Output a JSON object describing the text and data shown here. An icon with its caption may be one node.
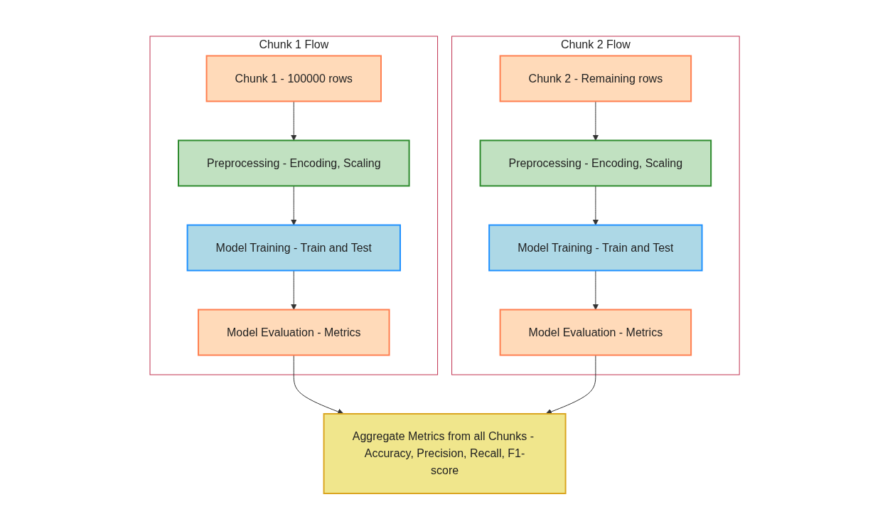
{
  "diagram": {
    "nodes": [
      {
        "text": [
          "Chunk 1 Flow"
        ]
      },
      {
        "text": [
          "Chunk 1 - 100000 rows"
        ],
        "in": 0
      },
      {
        "text": [
          "Preprocessing - Encoding, Scaling"
        ],
        "in": 0
      },
      {
        "text": [
          "Model Training - Train and Test"
        ],
        "in": 0
      },
      {
        "text": [
          "Model Evaluation - Metrics"
        ],
        "in": 0
      },
      {
        "text": [
          "Chunk 2 Flow"
        ]
      },
      {
        "text": [
          "Chunk 2 - Remaining rows"
        ],
        "in": 5
      },
      {
        "text": [
          "Preprocessing - Encoding, Scaling"
        ],
        "in": 5
      },
      {
        "text": [
          "Model Training - Train and Test"
        ],
        "in": 5
      },
      {
        "text": [
          "Model Evaluation - Metrics"
        ],
        "in": 5
      },
      {
        "text": [
          "Aggregate Metrics from all Chunks - Accuracy, Precision, Recall, F1-score"
        ]
      }
    ],
    "edges": [
      {
        "from": 1,
        "to": 2,
        "arrow": "to"
      },
      {
        "from": 2,
        "to": 3,
        "arrow": "to"
      },
      {
        "from": 3,
        "to": 4,
        "arrow": "to"
      },
      {
        "from": 6,
        "to": 7,
        "arrow": "to"
      },
      {
        "from": 7,
        "to": 8,
        "arrow": "to"
      },
      {
        "from": 8,
        "to": 9,
        "arrow": "to"
      },
      {
        "from": 4,
        "to": 10,
        "arrow": "to"
      },
      {
        "from": 9,
        "to": 10,
        "arrow": "to"
      }
    ]
  }
}
